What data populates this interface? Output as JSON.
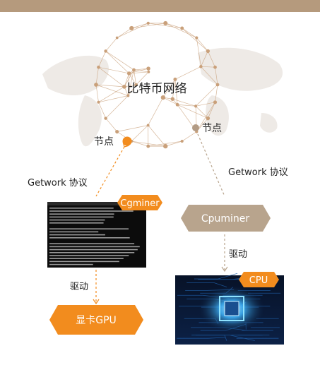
{
  "network": {
    "label": "比特币网络"
  },
  "nodes": {
    "left_label": "节点",
    "right_label": "节点"
  },
  "protocols": {
    "left": "Getwork 协议",
    "right": "Getwork 协议"
  },
  "cgminer": {
    "label": "Cgminer"
  },
  "cpuminer": {
    "label": "Cpuminer"
  },
  "drivers": {
    "left": "驱动",
    "right": "驱动"
  },
  "gpu": {
    "label": "显卡GPU"
  },
  "cpu": {
    "label": "CPU"
  },
  "colors": {
    "orange": "#f28c1e",
    "tan": "#b8a48d",
    "topbar": "#b59a7d",
    "network_node": "#c9a07a",
    "terminal_bg": "#0c0c0c",
    "chip_blue": "#3fb6ff"
  }
}
